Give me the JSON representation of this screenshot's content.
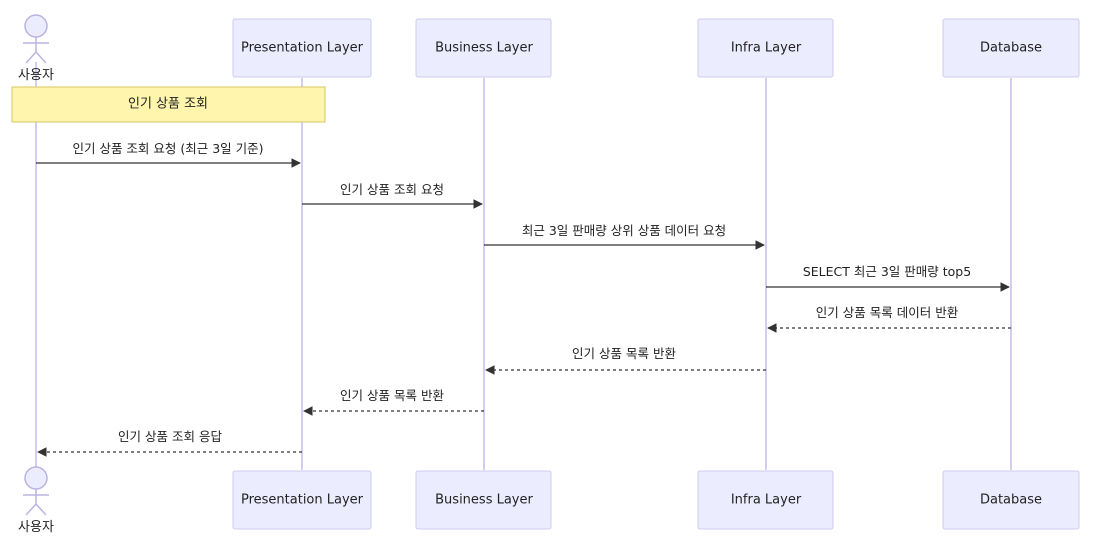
{
  "actor": {
    "label": "사용자"
  },
  "participants": [
    {
      "key": "presentation",
      "label": "Presentation Layer"
    },
    {
      "key": "business",
      "label": "Business Layer"
    },
    {
      "key": "infra",
      "label": "Infra Layer"
    },
    {
      "key": "database",
      "label": "Database"
    }
  ],
  "note": {
    "text": "인기 상품 조회"
  },
  "messages": [
    {
      "from": "actor",
      "to": "presentation",
      "text": "인기 상품 조회 요청 (최근 3일 기준)",
      "style": "solid"
    },
    {
      "from": "presentation",
      "to": "business",
      "text": "인기 상품 조회 요청",
      "style": "solid"
    },
    {
      "from": "business",
      "to": "infra",
      "text": "최근 3일 판매량 상위 상품 데이터 요청",
      "style": "solid"
    },
    {
      "from": "infra",
      "to": "database",
      "text": "SELECT 최근 3일 판매량 top5",
      "style": "solid"
    },
    {
      "from": "database",
      "to": "infra",
      "text": "인기 상품 목록 데이터 반환",
      "style": "dashed"
    },
    {
      "from": "infra",
      "to": "business",
      "text": "인기 상품 목록 반환",
      "style": "dashed"
    },
    {
      "from": "business",
      "to": "presentation",
      "text": "인기 상품 목록 반환",
      "style": "dashed"
    },
    {
      "from": "presentation",
      "to": "actor",
      "text": "인기 상품 조회 응답",
      "style": "dashed"
    }
  ]
}
